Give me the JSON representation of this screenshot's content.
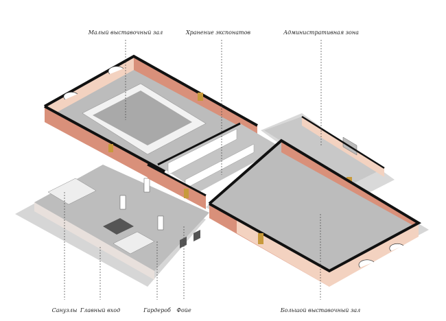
{
  "labels": {
    "small_hall": "Малый выставочный зал",
    "storage": "Хранение экспонатов",
    "admin": "Административная зона",
    "restrooms": "Санузлы",
    "main_entrance": "Главный вход",
    "cloakroom": "Гардероб",
    "foyer": "Фойе",
    "large_hall": "Большой выставочный зал"
  },
  "colors": {
    "floor": "#b8b8b8",
    "wall_brick": "#d9907a",
    "wall_light": "#f3d2c0",
    "wall_top": "#111111",
    "door": "#c89a3c",
    "ground": "#d6d6d6"
  }
}
